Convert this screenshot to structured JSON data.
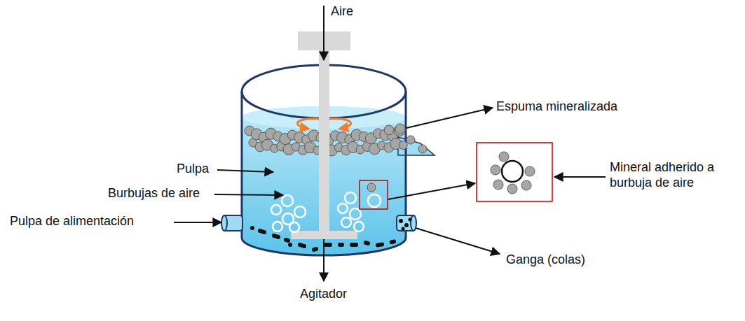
{
  "diagram": {
    "labels": [
      "Aire",
      "Espuma mineralizada",
      "Pulpa",
      "Burbujas de aire",
      "Mineral adherido a burbuja de aire",
      "Pulpa de alimentación",
      "Ganga (colas)",
      "Agitador"
    ]
  }
}
